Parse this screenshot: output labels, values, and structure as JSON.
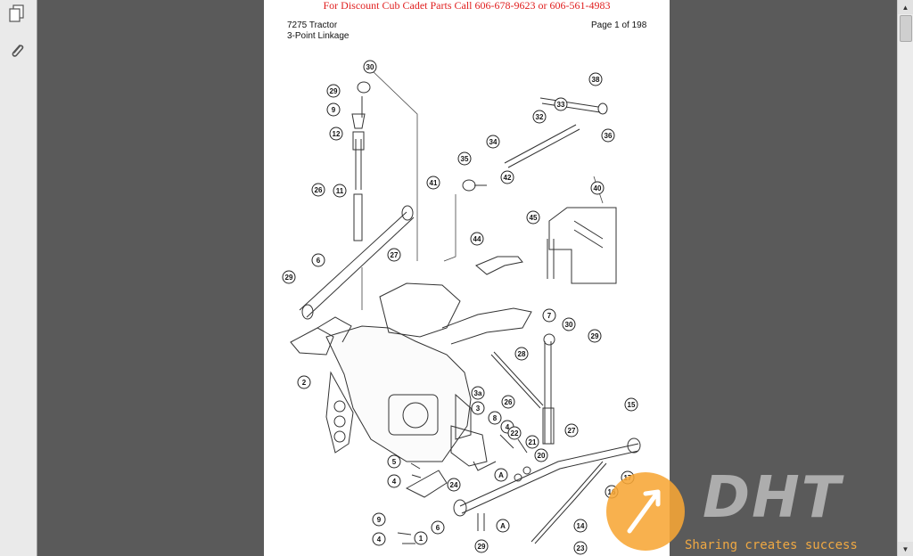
{
  "banner": {
    "text": "For  Discount Cub Cadet Parts Call 606-678-9623 or 606-561-4983"
  },
  "header": {
    "title_line1": "7275 Tractor",
    "title_line2": "3-Point Linkage",
    "page_label": "Page 1 of 198"
  },
  "sidebar": {
    "icons": [
      "pages-icon",
      "attachment-icon"
    ]
  },
  "callouts": [
    "30",
    "29",
    "9",
    "12",
    "26",
    "11",
    "6",
    "27",
    "29",
    "2",
    "38",
    "33",
    "36",
    "32",
    "34",
    "35",
    "41",
    "42",
    "40",
    "45",
    "44",
    "7",
    "30",
    "29",
    "28",
    "3a",
    "3",
    "26",
    "8",
    "4",
    "22",
    "21",
    "20",
    "27",
    "15",
    "17",
    "16",
    "5",
    "4",
    "24",
    "9",
    "4",
    "1",
    "6",
    "29",
    "14",
    "23",
    "A",
    "A"
  ],
  "watermark": {
    "logo_text": "DHT",
    "tagline": "Sharing creates success",
    "colors": {
      "orange": "#f7a636",
      "gray": "#b4b4b4"
    }
  }
}
